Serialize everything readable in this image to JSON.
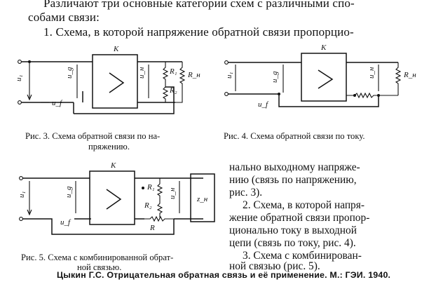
{
  "text": {
    "line1": "Различают три основные категории схем с различными спо-",
    "line2": "собами связи:",
    "line3": "1. Схема, в которой напряжение обратной связи пропорцио-",
    "caption3": [
      "Рис. 3. Схема обратной связи по на-",
      "пряжению."
    ],
    "caption4": "Рис. 4. Схема обратной связи по току.",
    "caption5": [
      "Рис. 5. Схема с комбинированной обрат-",
      "ной связью."
    ],
    "right_col": [
      "нально выходному напряже-",
      "нию (связь по напряжению,",
      "рис. 3).",
      "2. Схема, в которой напря-",
      "жение обратной связи пропор-",
      "ционально току в выходной",
      "цепи (связь по току, рис. 4).",
      "3. Схема с комбинирован-",
      "ной связью (рис. 5)."
    ],
    "credit": "Цыкин Г.С. Отрицательная обратная связь и её применение. М.: ГЭИ. 1940."
  },
  "labels": {
    "amp": ">",
    "k": "К",
    "u1": "u₁",
    "ug": "u_g",
    "un": "u_н",
    "uf": "u_f",
    "r1": "R₁",
    "r2": "R₂",
    "rn": "R_н",
    "r": "R",
    "zn": "z_н"
  }
}
